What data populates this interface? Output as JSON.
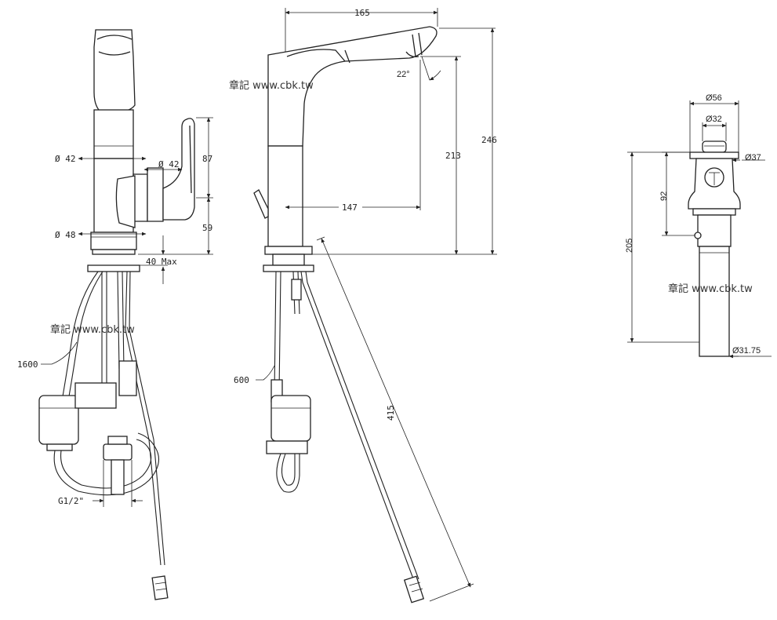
{
  "watermark": "章記 www.cbk.tw",
  "front_view": {
    "labels": {
      "spout_diameter": "Ø 42",
      "handle_diameter": "Ø 42",
      "base_diameter": "Ø 48",
      "handle_height": "87",
      "base_height": "59",
      "deck_thickness": "40 Max",
      "hose_length": "1600",
      "connection_thread": "G1/2\""
    }
  },
  "side_view": {
    "labels": {
      "reach": "165",
      "spout_angle": "22°",
      "overall_height": "246",
      "outlet_height": "213",
      "handle_reach": "147",
      "pullout_hose": "600",
      "cable_length": "415"
    }
  },
  "drain_view": {
    "labels": {
      "cap_diameter": "Ø56",
      "plug_diameter": "Ø32",
      "flange_diameter": "Ø37",
      "overflow_height": "92",
      "total_length": "205",
      "tail_diameter": "Ø31.75"
    }
  }
}
